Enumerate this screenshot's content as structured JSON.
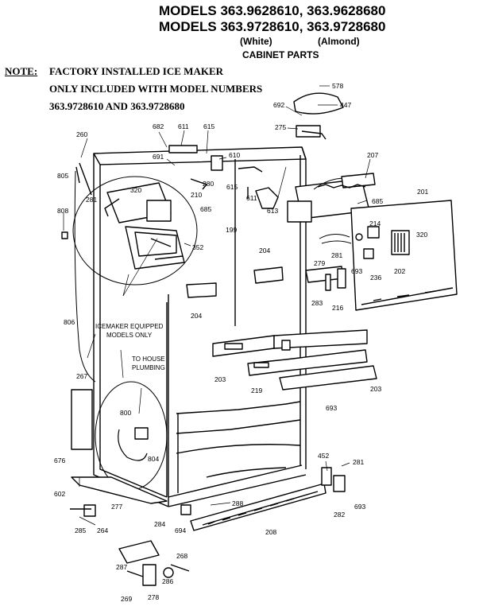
{
  "header": {
    "models_line_1": "MODELS 363.9628610, 363.9628680",
    "models_line_2": "MODELS 363.9728610, 363.9728680",
    "color_white": "(White)",
    "color_almond": "(Almond)",
    "section_title": "CABINET PARTS"
  },
  "note": {
    "keyword": "NOTE:",
    "line_1": "FACTORY INSTALLED ICE MAKER",
    "line_2": "ONLY INCLUDED WITH MODEL NUMBERS",
    "line_3": "363.9728610 AND 363.9728680"
  },
  "callouts": {
    "icemaker_line_1": "ICEMAKER EQUIPPED",
    "icemaker_line_2": "MODELS ONLY",
    "plumbing_line_1": "TO HOUSE",
    "plumbing_line_2": "PLUMBING"
  },
  "part_labels": [
    "578",
    "447",
    "692",
    "275",
    "207",
    "682",
    "611",
    "615",
    "691",
    "610",
    "280",
    "615",
    "611",
    "613",
    "685",
    "201",
    "260",
    "805",
    "320",
    "281",
    "210",
    "199",
    "685",
    "214",
    "320",
    "808",
    "352",
    "204",
    "279",
    "281",
    "693",
    "202",
    "236",
    "283",
    "216",
    "204",
    "806",
    "203",
    "219",
    "203",
    "267",
    "693",
    "800",
    "804",
    "676",
    "452",
    "281",
    "602",
    "277",
    "288",
    "282",
    "693",
    "284",
    "694",
    "208",
    "285",
    "264",
    "287",
    "268",
    "286",
    "269",
    "278"
  ]
}
